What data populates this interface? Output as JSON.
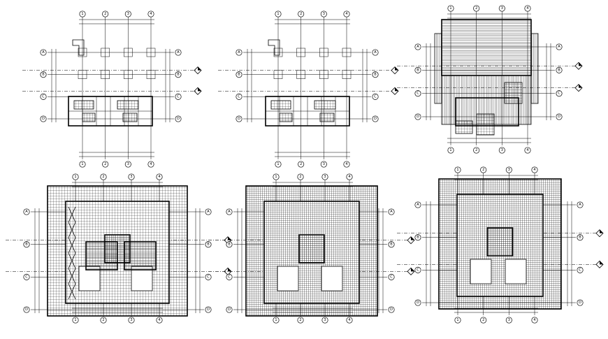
{
  "drawing": {
    "background": "#ffffff",
    "ink": "#000000",
    "plans": [
      {
        "id": "plan-1",
        "grid_cols": [
          "1",
          "2",
          "3",
          "4"
        ],
        "grid_rows": [
          "A",
          "B",
          "C",
          "D"
        ],
        "style": "column-grid"
      },
      {
        "id": "plan-2",
        "grid_cols": [
          "1",
          "2",
          "3",
          "4"
        ],
        "grid_rows": [
          "A",
          "B",
          "C",
          "D"
        ],
        "style": "column-grid"
      },
      {
        "id": "plan-3",
        "grid_cols": [
          "1",
          "2",
          "3",
          "4"
        ],
        "grid_rows": [
          "A",
          "B",
          "C",
          "D"
        ],
        "style": "roof-framing"
      },
      {
        "id": "plan-4",
        "grid_cols": [
          "1",
          "2",
          "3",
          "4"
        ],
        "grid_rows": [
          "A",
          "B",
          "C",
          "D"
        ],
        "style": "hatched-floor"
      },
      {
        "id": "plan-5",
        "grid_cols": [
          "1",
          "2",
          "3",
          "4"
        ],
        "grid_rows": [
          "A",
          "B",
          "C",
          "D"
        ],
        "style": "hatched-floor-dense"
      },
      {
        "id": "plan-6",
        "grid_cols": [
          "1",
          "2",
          "3",
          "4"
        ],
        "grid_rows": [
          "A",
          "B",
          "C",
          "D"
        ],
        "style": "hatched-floor-dense"
      }
    ]
  }
}
